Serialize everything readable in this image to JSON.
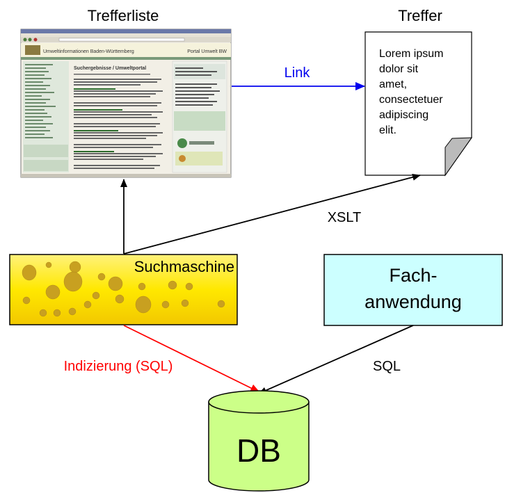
{
  "titles": {
    "results_list": "Trefferliste",
    "result": "Treffer"
  },
  "result_document": {
    "lines": [
      "Lorem ipsum",
      "dolor sit",
      "amet,",
      "consectetuer",
      "adipiscing",
      "elit."
    ]
  },
  "nodes": {
    "search_engine": "Suchmaschine",
    "app_line1": "Fach-",
    "app_line2": "anwendung",
    "database": "DB"
  },
  "edges": {
    "link": "Link",
    "xslt": "XSLT",
    "indexing": "Indizierung (SQL)",
    "sql": "SQL"
  },
  "screenshot": {
    "header_left": "Umweltinformationen Baden-Württemberg",
    "header_right": "Portal Umwelt BW",
    "heading": "Suchergebnisse / Umweltportal"
  },
  "colors": {
    "link_arrow": "#0000ee",
    "indexing_arrow": "#ff0000",
    "search_engine_fill": "#ffe800",
    "cheese_hole": "#c8a020",
    "app_fill": "#ccffff",
    "db_fill": "#ccff88",
    "note_fold": "#bbbbbb"
  }
}
